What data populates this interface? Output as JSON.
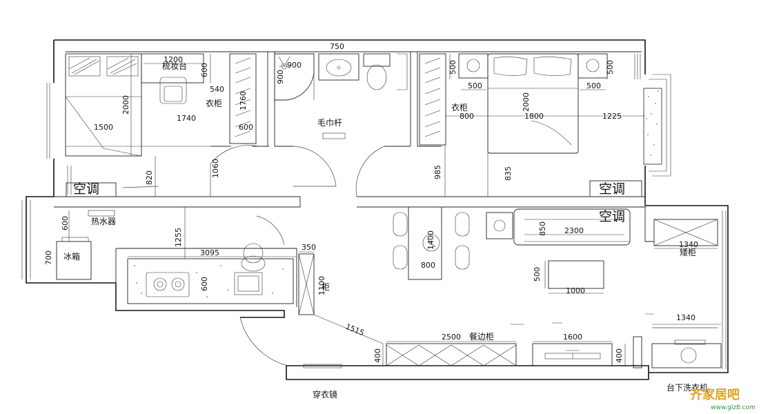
{
  "labels": {
    "vanity": "梳妆台",
    "wardrobe_left": "衣柜",
    "wardrobe_right": "衣柜",
    "towel_bar": "毛巾杆",
    "ac_left": "空调",
    "ac_right": "空调",
    "ac_living": "空调",
    "water_heater": "热水器",
    "fridge": "冰箱",
    "tall_cabinet": "柜",
    "low_cabinet": "矮柜",
    "sideboard": "餐边柜",
    "dressing_mirror": "穿衣镜",
    "washer": "台下洗衣机"
  },
  "dimensions": {
    "d1200": "1200",
    "d600a": "600",
    "d540": "540",
    "d1760": "1760",
    "d2000a": "2000",
    "d1740": "1740",
    "d600b": "600",
    "d1500": "1500",
    "d820": "820",
    "d1060": "1060",
    "d750": "750",
    "d900a": "900",
    "d900b": "900",
    "d500a": "500",
    "d500b": "500",
    "d500c": "500",
    "d500d": "500",
    "d2000b": "2000",
    "d800a": "800",
    "d1800": "1800",
    "d1225": "1225",
    "d985": "985",
    "d835": "835",
    "d600c": "600",
    "d700": "700",
    "d1255": "1255",
    "d3095": "3095",
    "d600d": "600",
    "d350": "350",
    "d1100": "1100",
    "d1400": "1400",
    "d800b": "800",
    "d850": "850",
    "d2300": "2300",
    "d1340a": "1340",
    "d500e": "500",
    "d1000": "1000",
    "d1515": "1515",
    "d2500": "2500",
    "d1600": "1600",
    "d1340b": "1340",
    "d400a": "400",
    "d400b": "400"
  },
  "watermark": {
    "text": "www.glz8.com",
    "brand": "齐家居吧"
  }
}
